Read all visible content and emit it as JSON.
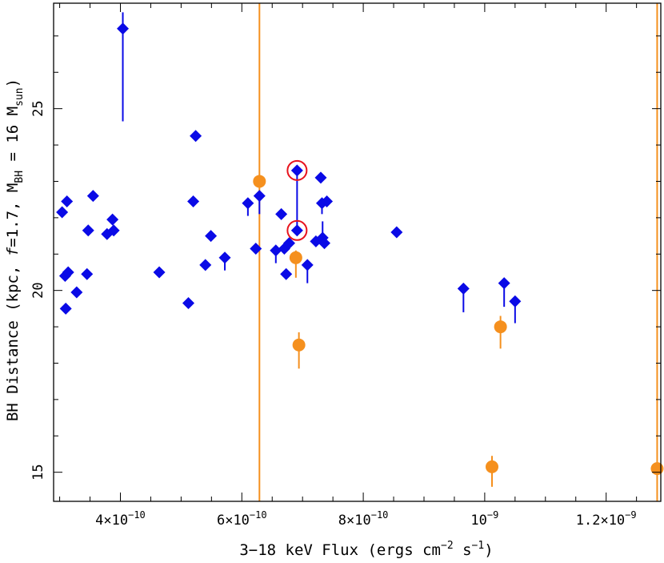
{
  "chart_data": {
    "type": "scatter",
    "x_axis": {
      "label_pre": "3−18 keV Flux (ergs cm",
      "label_sup1": "−2",
      "label_mid": " s",
      "label_sup2": "−1",
      "label_post": ")",
      "xlim": [
        2.9e-10,
        1.29e-09
      ],
      "major_ticks": [
        {
          "value": 4e-10,
          "mant": "4×10",
          "exp": "−10"
        },
        {
          "value": 6e-10,
          "mant": "6×10",
          "exp": "−10"
        },
        {
          "value": 8e-10,
          "mant": "8×10",
          "exp": "−10"
        },
        {
          "value": 1e-09,
          "mant": "10",
          "exp": "−9"
        },
        {
          "value": 1.2e-09,
          "mant": "1.2×10",
          "exp": "−9"
        }
      ],
      "minor_step": 5e-11
    },
    "y_axis": {
      "label_pre": "BH Distance (kpc,  ",
      "label_f": "f",
      "label_mid": "=1.7, M",
      "label_sub1": "BH",
      "label_mid2": " = 16 M",
      "label_sub2": "sun",
      "label_post": ")",
      "ylim": [
        14.2,
        27.9
      ],
      "major_ticks": [
        {
          "value": 15,
          "label": "15"
        },
        {
          "value": 20,
          "label": "20"
        },
        {
          "value": 25,
          "label": "25"
        }
      ],
      "minor_step": 1
    },
    "series": [
      {
        "marker": "diamond",
        "color": "#0a0ae6",
        "points": [
          {
            "x": 3.04e-10,
            "y": 22.15
          },
          {
            "x": 3.12e-10,
            "y": 22.45
          },
          {
            "x": 3.09e-10,
            "y": 20.4
          },
          {
            "x": 3.14e-10,
            "y": 20.5
          },
          {
            "x": 3.1e-10,
            "y": 19.5
          },
          {
            "x": 3.28e-10,
            "y": 19.95
          },
          {
            "x": 3.45e-10,
            "y": 20.45
          },
          {
            "x": 3.47e-10,
            "y": 21.65
          },
          {
            "x": 3.55e-10,
            "y": 22.6
          },
          {
            "x": 3.78e-10,
            "y": 21.55
          },
          {
            "x": 3.87e-10,
            "y": 21.95
          },
          {
            "x": 3.89e-10,
            "y": 21.65
          },
          {
            "x": 4.04e-10,
            "y": 27.2,
            "err_lo": 24.65,
            "err_hi": 27.65
          },
          {
            "x": 4.64e-10,
            "y": 20.5
          },
          {
            "x": 5.12e-10,
            "y": 19.65
          },
          {
            "x": 5.2e-10,
            "y": 22.45
          },
          {
            "x": 5.24e-10,
            "y": 24.25
          },
          {
            "x": 5.4e-10,
            "y": 20.7
          },
          {
            "x": 5.49e-10,
            "y": 21.5
          },
          {
            "x": 5.72e-10,
            "y": 20.9,
            "err_lo": 20.55,
            "err_hi": 20.9
          },
          {
            "x": 6.1e-10,
            "y": 22.4,
            "err_lo": 22.05,
            "err_hi": 22.4
          },
          {
            "x": 6.23e-10,
            "y": 21.15
          },
          {
            "x": 6.29e-10,
            "y": 22.6,
            "err_lo": 22.1,
            "err_hi": 22.6
          },
          {
            "x": 6.56e-10,
            "y": 21.1,
            "err_lo": 20.75,
            "err_hi": 21.1
          },
          {
            "x": 6.65e-10,
            "y": 22.1
          },
          {
            "x": 6.7e-10,
            "y": 21.15
          },
          {
            "x": 6.73e-10,
            "y": 20.45
          },
          {
            "x": 6.78e-10,
            "y": 21.3
          },
          {
            "x": 6.91e-10,
            "y": 23.3,
            "err_lo": 21.65,
            "err_hi": 23.3
          },
          {
            "x": 6.91e-10,
            "y": 21.65
          },
          {
            "x": 7.08e-10,
            "y": 20.7,
            "err_lo": 20.2,
            "err_hi": 20.7
          },
          {
            "x": 7.22e-10,
            "y": 21.35
          },
          {
            "x": 7.3e-10,
            "y": 23.1
          },
          {
            "x": 7.32e-10,
            "y": 22.4,
            "err_lo": 22.1,
            "err_hi": 22.4
          },
          {
            "x": 7.33e-10,
            "y": 21.45,
            "err_lo": 21.45,
            "err_hi": 21.9
          },
          {
            "x": 7.36e-10,
            "y": 21.3
          },
          {
            "x": 7.4e-10,
            "y": 22.45
          },
          {
            "x": 8.55e-10,
            "y": 21.6
          },
          {
            "x": 9.65e-10,
            "y": 20.05,
            "err_lo": 19.4,
            "err_hi": 20.05
          },
          {
            "x": 1.032e-09,
            "y": 20.2,
            "err_lo": 19.55,
            "err_hi": 20.2
          },
          {
            "x": 1.05e-09,
            "y": 19.7,
            "err_lo": 19.1,
            "err_hi": 19.7
          }
        ]
      },
      {
        "marker": "circle",
        "color": "#f5901e",
        "points": [
          {
            "x": 6.29e-10,
            "y": 23.0
          },
          {
            "x": 6.89e-10,
            "y": 20.9,
            "err_lo": 20.35,
            "err_hi": 21.1
          },
          {
            "x": 6.94e-10,
            "y": 18.5,
            "err_lo": 17.85,
            "err_hi": 18.85
          },
          {
            "x": 1.012e-09,
            "y": 15.15,
            "err_lo": 14.6,
            "err_hi": 15.45
          },
          {
            "x": 1.026e-09,
            "y": 19.0,
            "err_lo": 18.4,
            "err_hi": 19.3
          },
          {
            "x": 1.284e-09,
            "y": 15.1
          }
        ]
      }
    ],
    "vertical_lines": [
      {
        "x": 6.29e-10,
        "color": "#f5901e"
      },
      {
        "x": 1.284e-09,
        "color": "#f5901e"
      }
    ],
    "highlight_circles": [
      {
        "x": 6.91e-10,
        "y": 23.3,
        "color": "#e8141e"
      },
      {
        "x": 6.91e-10,
        "y": 21.65,
        "color": "#e8141e"
      }
    ],
    "grid": false,
    "legend": "none"
  }
}
